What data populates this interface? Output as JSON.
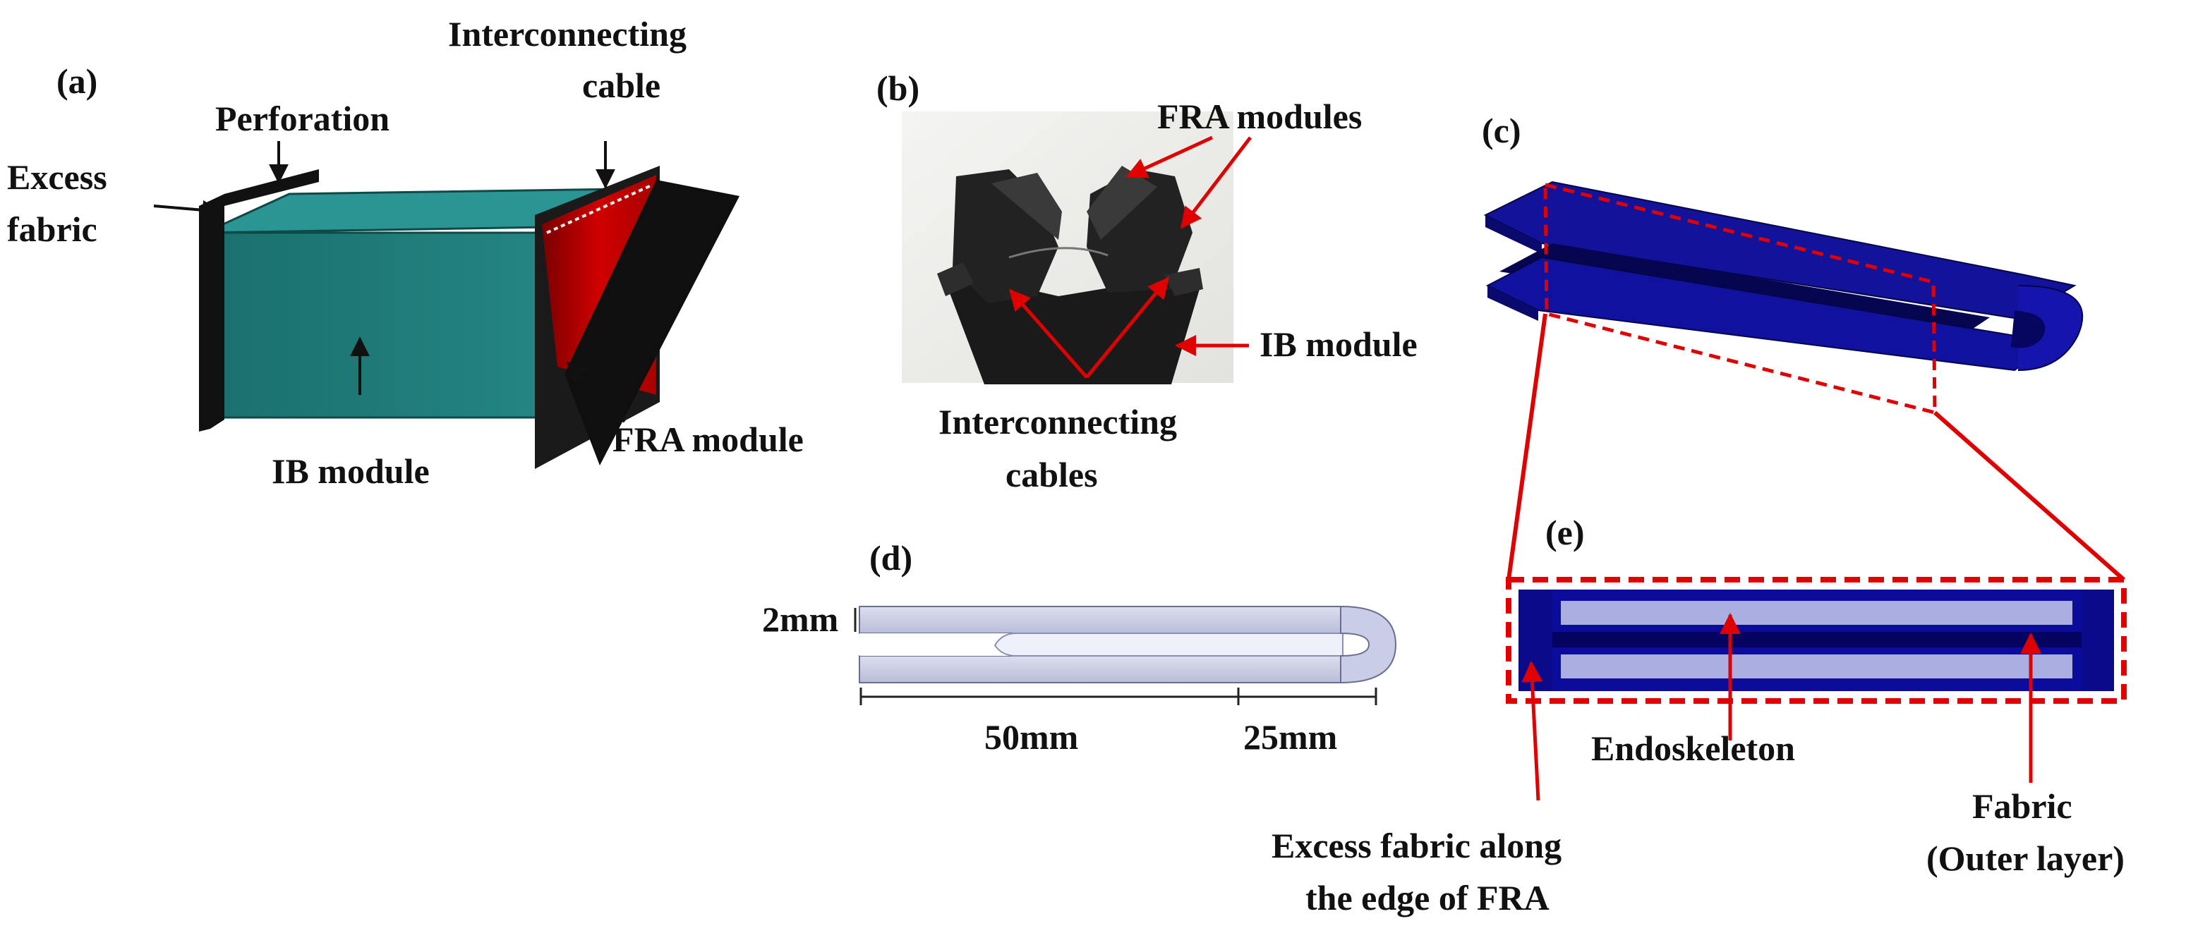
{
  "panels": {
    "a": {
      "tag": "(a)",
      "labels": {
        "excess_fabric_1": "Excess",
        "excess_fabric_2": "fabric",
        "perforation": "Perforation",
        "interconnecting_1": "Interconnecting",
        "interconnecting_2": "cable",
        "ib_module": "IB module",
        "fra_module": "FRA module"
      }
    },
    "b": {
      "tag": "(b)",
      "labels": {
        "fra_modules": "FRA modules",
        "ib_module": "IB module",
        "cables_1": "Interconnecting",
        "cables_2": "cables"
      }
    },
    "c": {
      "tag": "(c)"
    },
    "d": {
      "tag": "(d)",
      "labels": {
        "thickness": "2mm",
        "length": "50mm",
        "bend": "25mm"
      }
    },
    "e": {
      "tag": "(e)",
      "labels": {
        "endoskeleton": "Endoskeleton",
        "fabric_1": "Fabric",
        "fabric_2": "(Outer layer)",
        "excess_1": "Excess fabric along",
        "excess_2": "the edge of FRA"
      }
    }
  },
  "colors": {
    "ib_module": "#1f7b78",
    "fra_module": "#c40000",
    "fra_dark": "#141414",
    "endoskeleton_blue": "#0c0c9c",
    "callout_red": "#e00000",
    "part_grey": "#c4c9e2"
  }
}
